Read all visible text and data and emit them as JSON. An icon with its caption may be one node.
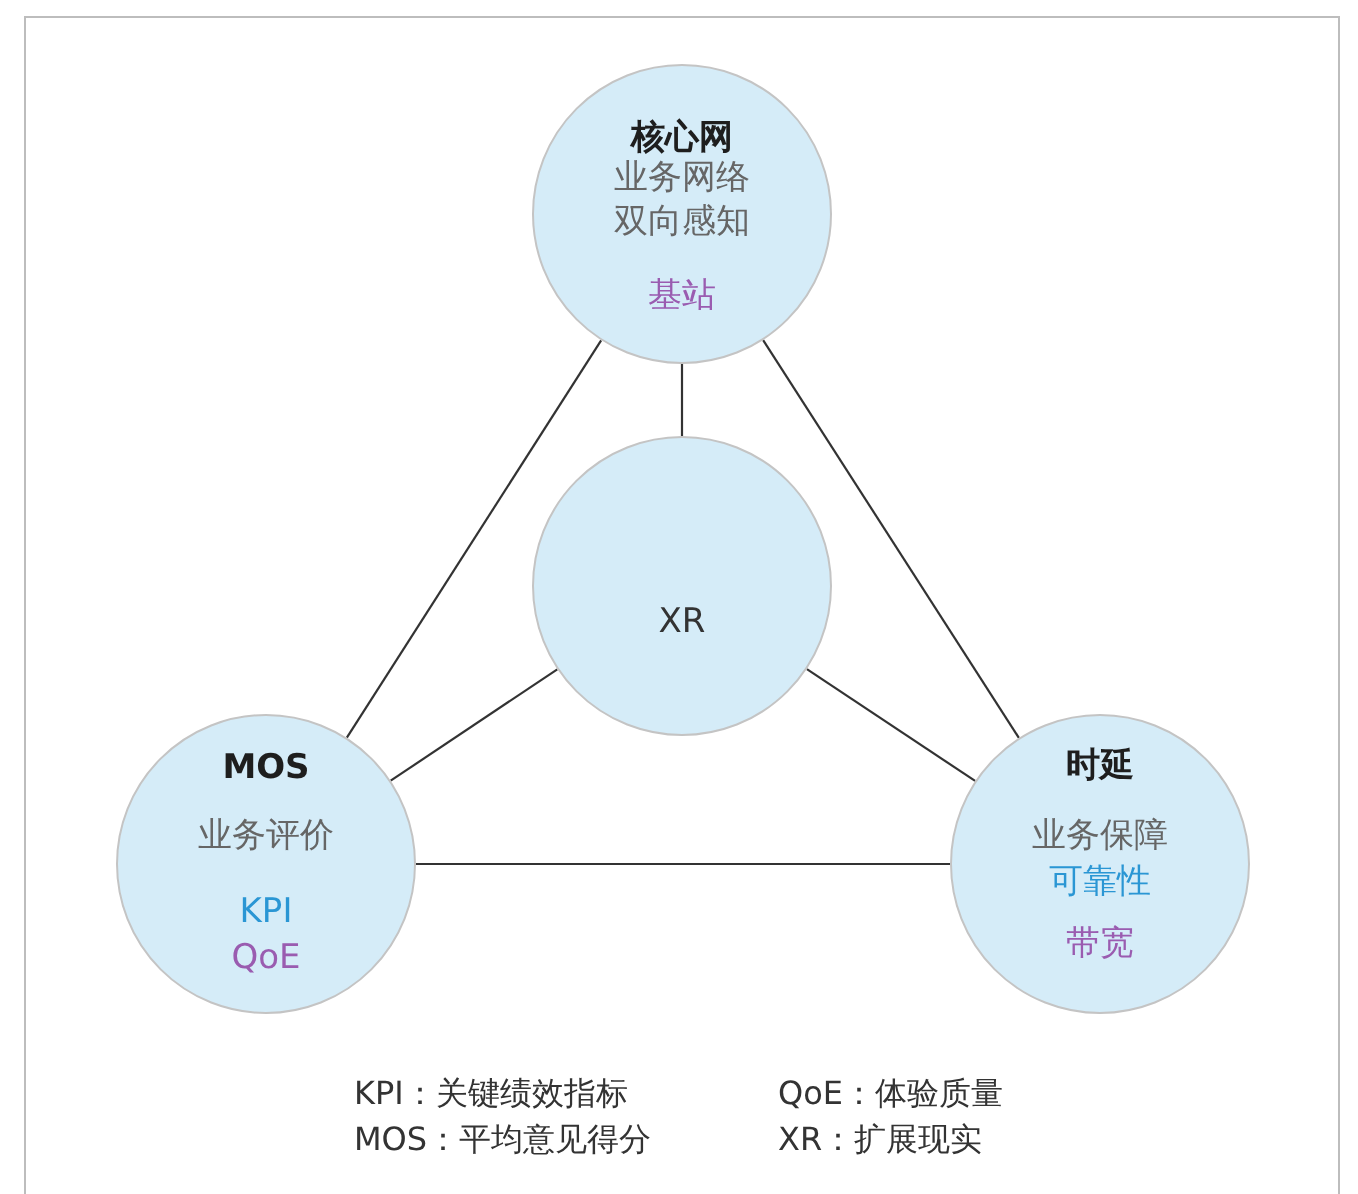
{
  "diagram": {
    "nodes": [
      {
        "text": [
          "核心网",
          "业务网络",
          "双向感知",
          "基站"
        ]
      },
      {
        "text": [
          "XR"
        ]
      },
      {
        "text": [
          "MOS",
          "业务评价",
          "KPI",
          "QoE"
        ]
      },
      {
        "text": [
          "时延",
          "业务保障",
          "可靠性",
          "带宽"
        ]
      }
    ],
    "edges": [
      {
        "from": 0,
        "to": 1,
        "arrow": "none"
      },
      {
        "from": 0,
        "to": 2,
        "arrow": "none"
      },
      {
        "from": 0,
        "to": 3,
        "arrow": "none"
      },
      {
        "from": 1,
        "to": 2,
        "arrow": "none"
      },
      {
        "from": 1,
        "to": 3,
        "arrow": "none"
      },
      {
        "from": 2,
        "to": 3,
        "arrow": "none"
      }
    ],
    "labels": [
      "KPI：关键绩效指标",
      "QoE：体验质量",
      "MOS：平均意见得分",
      "XR：扩展现实"
    ]
  }
}
